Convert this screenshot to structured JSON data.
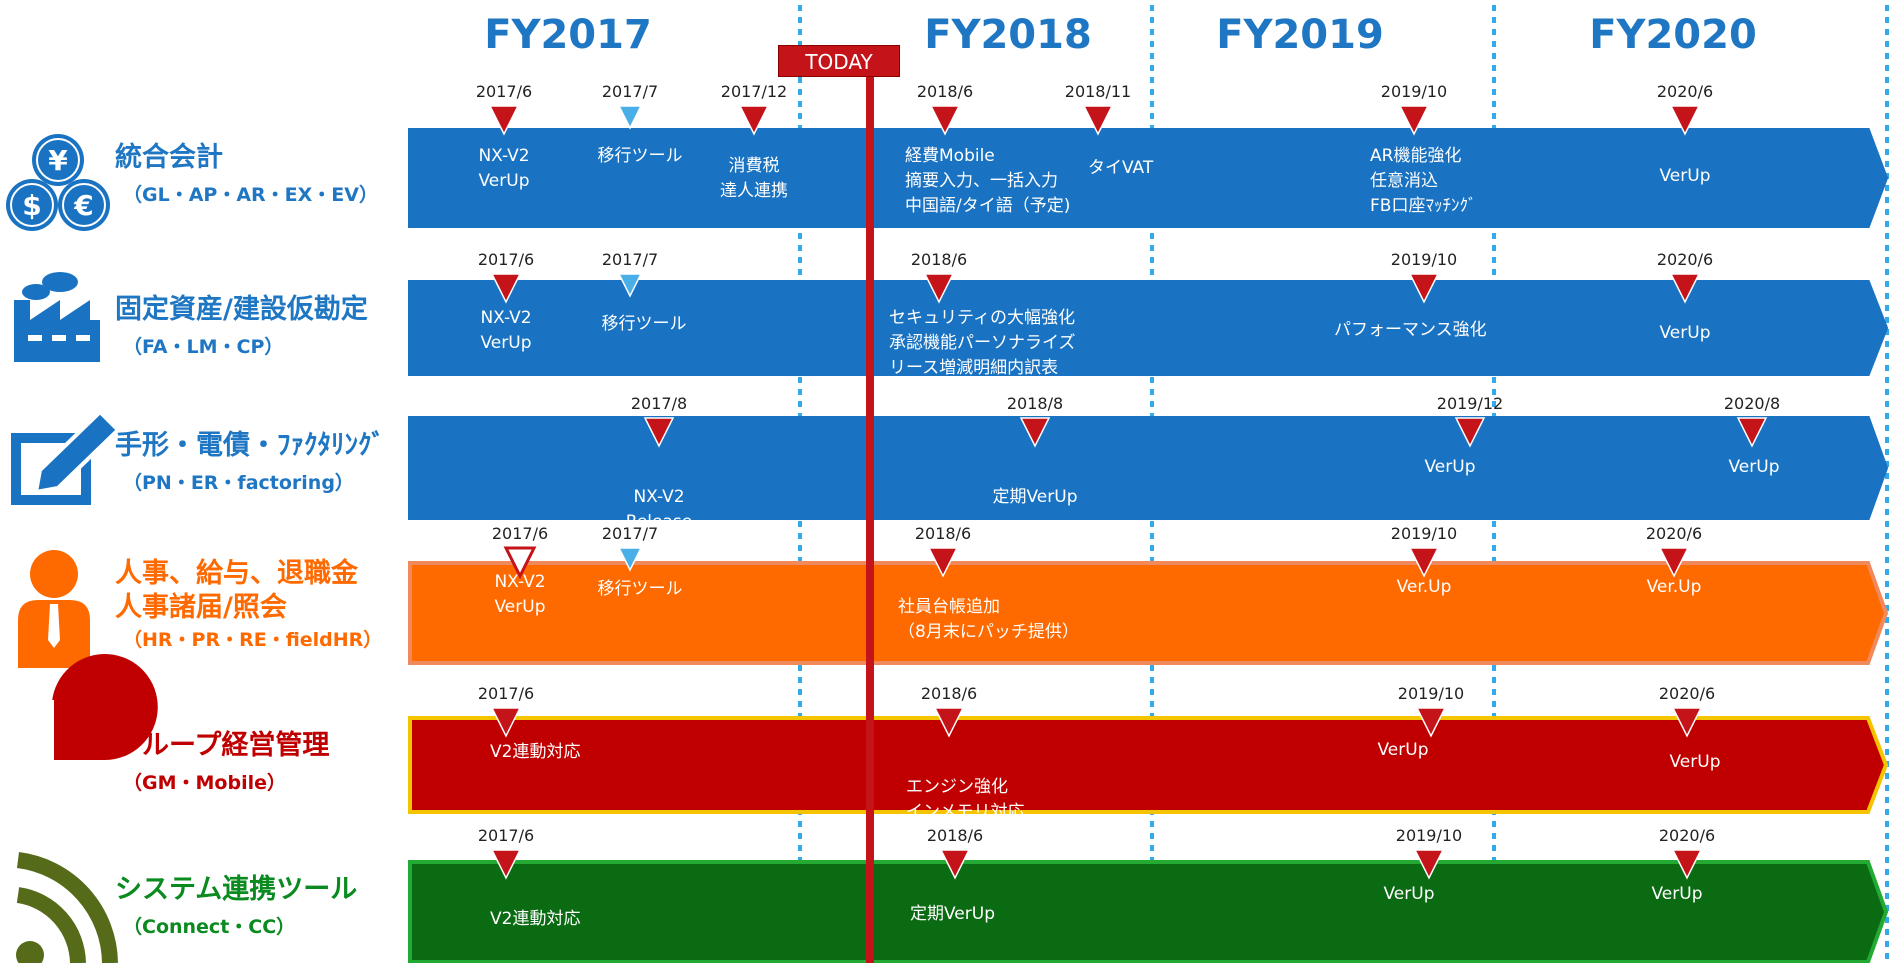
{
  "fiscal_years": [
    "FY2017",
    "FY2018",
    "FY2019",
    "FY2020"
  ],
  "today_label": "TODAY",
  "lanes": [
    {
      "title_lines": [
        "統合会計"
      ],
      "subtitle": "（GL・AP・AR・EX・EV）",
      "icon": "currency-coins-icon",
      "color": "#1a73c2",
      "title_color": "#1f77c4",
      "milestones": [
        {
          "date": "2017/6",
          "label_lines": [
            "NX-V2",
            "VerUp"
          ],
          "marker": "red"
        },
        {
          "date": "2017/7",
          "label_lines": [
            "移行ツール"
          ],
          "marker": "blue"
        },
        {
          "date": "2017/12",
          "label_lines": [
            "消費税",
            "達人連携"
          ],
          "marker": "red"
        },
        {
          "date": "2018/6",
          "label_lines": [
            "経費Mobile",
            "摘要入力、一括入力",
            "中国語/タイ語（予定)"
          ],
          "marker": "red"
        },
        {
          "date": "2018/11",
          "label_lines": [
            "タイVAT"
          ],
          "marker": "red"
        },
        {
          "date": "2019/10",
          "label_lines": [
            "AR機能強化",
            "任意消込",
            "FB口座ﾏｯﾁﾝｸﾞ"
          ],
          "marker": "red"
        },
        {
          "date": "2020/6",
          "label_lines": [
            "VerUp"
          ],
          "marker": "red"
        }
      ]
    },
    {
      "title_lines": [
        "固定資産/建設仮勘定"
      ],
      "subtitle": "（FA・LM・CP）",
      "icon": "factory-icon",
      "color": "#1a73c2",
      "title_color": "#1f77c4",
      "milestones": [
        {
          "date": "2017/6",
          "label_lines": [
            "NX-V2",
            "VerUp"
          ],
          "marker": "red"
        },
        {
          "date": "2017/7",
          "label_lines": [
            "移行ツール"
          ],
          "marker": "blue"
        },
        {
          "date": "2018/6",
          "label_lines": [
            "セキュリティの大幅強化",
            "承認機能パーソナライズ",
            "リース増減明細内訳表"
          ],
          "marker": "red"
        },
        {
          "date": "2019/10",
          "label_lines": [
            "パフォーマンス強化"
          ],
          "marker": "red"
        },
        {
          "date": "2020/6",
          "label_lines": [
            "VerUp"
          ],
          "marker": "red"
        }
      ]
    },
    {
      "title_lines": [
        "手形・電債・ﾌｧｸﾀﾘﾝｸﾞ"
      ],
      "subtitle": "（PN・ER・factoring）",
      "icon": "edit-document-icon",
      "color": "#1a73c2",
      "title_color": "#1f77c4",
      "milestones": [
        {
          "date": "2017/8",
          "label_lines": [
            "NX-V2",
            "Release"
          ],
          "marker": "red"
        },
        {
          "date": "2018/8",
          "label_lines": [
            "定期VerUp"
          ],
          "marker": "red"
        },
        {
          "date": "2019/12",
          "label_lines": [
            "VerUp"
          ],
          "marker": "red"
        },
        {
          "date": "2020/8",
          "label_lines": [
            "VerUp"
          ],
          "marker": "red"
        }
      ]
    },
    {
      "title_lines": [
        "人事、給与、退職金",
        "人事諸届/照会"
      ],
      "subtitle": "（HR・PR・RE・fieldHR）",
      "icon": "person-icon",
      "color": "#ff6a00",
      "title_color": "#ff6a00",
      "milestones": [
        {
          "date": "2017/6",
          "label_lines": [
            "NX-V2",
            "VerUp"
          ],
          "marker": "white"
        },
        {
          "date": "2017/7",
          "label_lines": [
            "移行ツール"
          ],
          "marker": "blue"
        },
        {
          "date": "2018/6",
          "label_lines": [
            "社員台帳追加",
            "（8月末にパッチ提供）"
          ],
          "marker": "red"
        },
        {
          "date": "2019/10",
          "label_lines": [
            "Ver.Up"
          ],
          "marker": "red"
        },
        {
          "date": "2020/6",
          "label_lines": [
            "Ver.Up"
          ],
          "marker": "red"
        }
      ]
    },
    {
      "title_lines": [
        "グループ経営管理"
      ],
      "subtitle": "（GM・Mobile）",
      "icon": "pie-chart-icon",
      "color": "#c00000",
      "title_color": "#c00000",
      "milestones": [
        {
          "date": "2017/6",
          "label_lines": [
            "V2連動対応"
          ],
          "marker": "red"
        },
        {
          "date": "2018/6",
          "label_lines": [
            "エンジン強化",
            "インメモリ対応"
          ],
          "marker": "red"
        },
        {
          "date": "2019/10",
          "label_lines": [
            "VerUp"
          ],
          "marker": "red"
        },
        {
          "date": "2020/6",
          "label_lines": [
            "VerUp"
          ],
          "marker": "red"
        }
      ]
    },
    {
      "title_lines": [
        "システム連携ツール"
      ],
      "subtitle": "（Connect・CC）",
      "icon": "rss-feed-icon",
      "color": "#0a6b12",
      "title_color": "#0a8a1f",
      "milestones": [
        {
          "date": "2017/6",
          "label_lines": [
            "V2連動対応"
          ],
          "marker": "red"
        },
        {
          "date": "2018/6",
          "label_lines": [
            "定期VerUp"
          ],
          "marker": "red"
        },
        {
          "date": "2019/10",
          "label_lines": [
            "VerUp"
          ],
          "marker": "red"
        },
        {
          "date": "2020/6",
          "label_lines": [
            "VerUp"
          ],
          "marker": "red"
        }
      ]
    }
  ],
  "colors": {
    "marker_red": "#c4141a",
    "marker_blue": "#4aafe6",
    "divider": "#33aaee",
    "today_line": "#c4141a"
  }
}
